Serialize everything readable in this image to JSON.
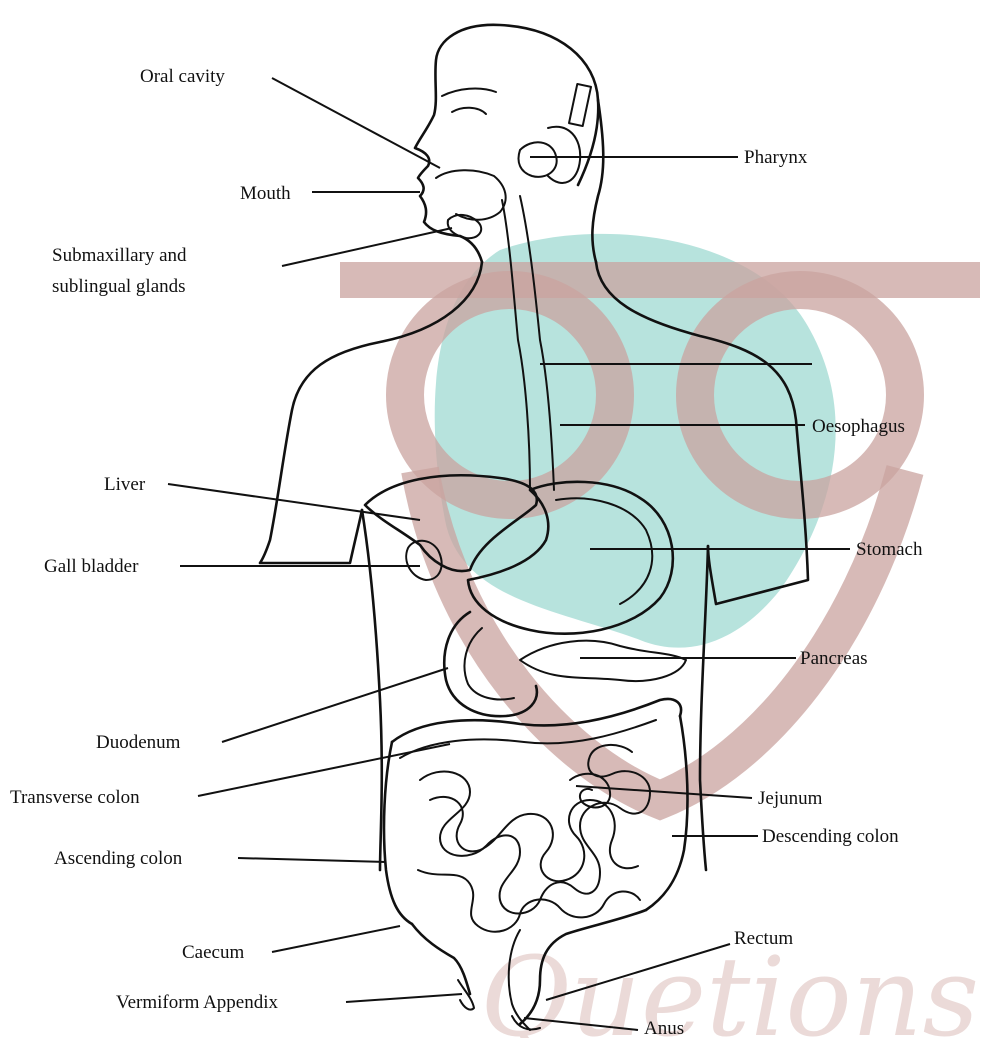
{
  "diagram": {
    "labels_left": {
      "oral_cavity": "Oral cavity",
      "mouth": "Mouth",
      "glands_line1": "Submaxillary and",
      "glands_line2": "sublingual glands",
      "liver": "Liver",
      "gall_bladder": "Gall bladder",
      "duodenum": "Duodenum",
      "transverse_colon": "Transverse colon",
      "ascending_colon": "Ascending colon",
      "caecum": "Caecum",
      "vermiform_appendix": "Vermiform Appendix"
    },
    "labels_right": {
      "pharynx": "Pharynx",
      "oesophagus": "Oesophagus",
      "stomach": "Stomach",
      "pancreas": "Pancreas",
      "jejunum": "Jejunum",
      "descending_colon": "Descending colon",
      "rectum": "Rectum",
      "anus": "Anus"
    }
  },
  "watermark": {
    "ring_color": "#c9a39f",
    "teal_color": "#9fd9d2"
  }
}
